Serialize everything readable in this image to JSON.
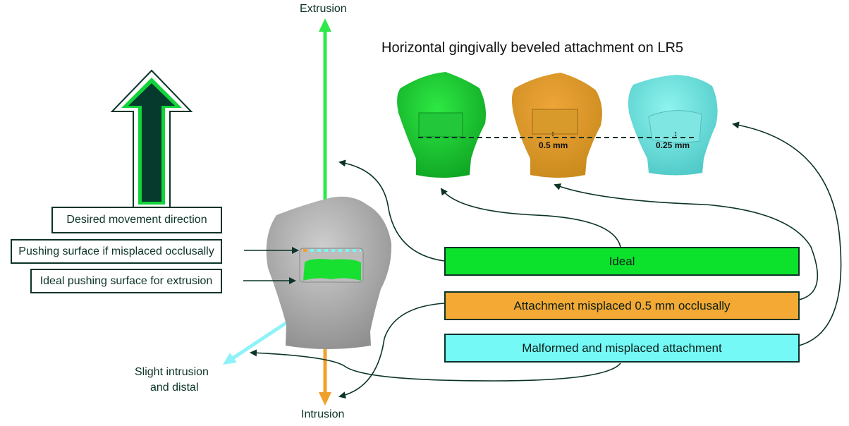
{
  "title": "Horizontal gingivally beveled attachment on LR5",
  "axes": {
    "extrusion": "Extrusion",
    "intrusion": "Intrusion",
    "slight_intrusion_line1": "Slight intrusion",
    "slight_intrusion_line2": "and distal"
  },
  "left_labels": {
    "desired": "Desired movement direction",
    "pushing_misplaced": "Pushing surface if misplaced occlusally",
    "ideal_pushing": "Ideal pushing surface for extrusion"
  },
  "measurements": {
    "orange": "0.5 mm",
    "cyan": "0.25 mm"
  },
  "legend": [
    {
      "label": "Ideal",
      "color": "#0ce22c"
    },
    {
      "label": "Attachment misplaced 0.5 mm occlusally",
      "color": "#f3a934"
    },
    {
      "label": "Malformed and misplaced attachment",
      "color": "#74f9f7"
    }
  ],
  "colors": {
    "line": "#0b3328",
    "tooth_gray": "#a9a9a9",
    "green_axis": "#2ee84a",
    "orange_axis": "#f0a12a",
    "cyan_axis": "#8ff2f8"
  }
}
